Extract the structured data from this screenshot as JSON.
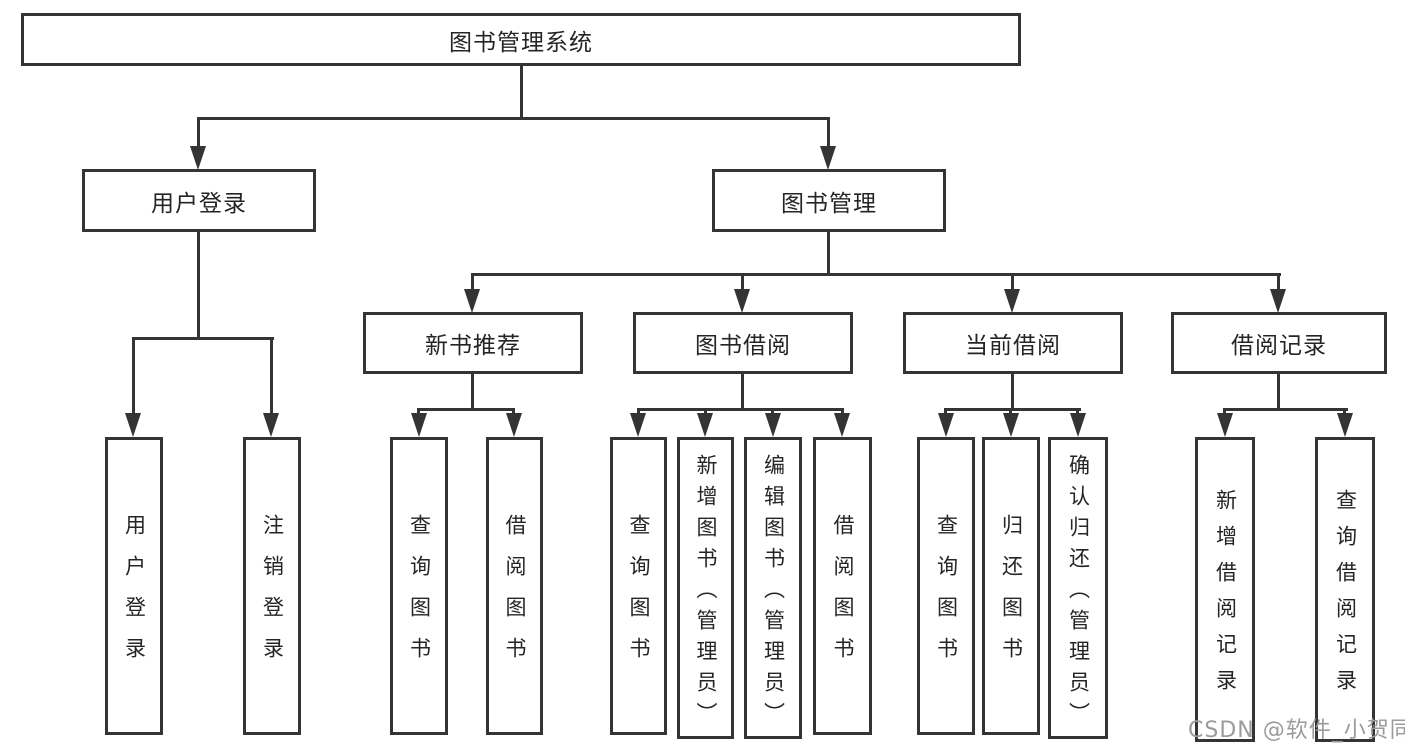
{
  "title": {
    "label": "图书管理系统"
  },
  "level2": {
    "user_login": "用户登录",
    "book_management": "图书管理"
  },
  "level3": {
    "new_book_recommend": "新书推荐",
    "book_borrow": "图书借阅",
    "current_borrow": "当前借阅",
    "borrow_record": "借阅记录"
  },
  "leaves": {
    "user_login": [
      "用户登录",
      "注销登录"
    ],
    "new_book_recommend": [
      "查询图书",
      "借阅图书"
    ],
    "book_borrow": [
      "查询图书",
      "新增图书（管理员）",
      "编辑图书（管理员）",
      "借阅图书"
    ],
    "current_borrow": [
      "查询图书",
      "归还图书",
      "确认归还（管理员）"
    ],
    "borrow_record": [
      "新增借阅记录",
      "查询借阅记录"
    ]
  },
  "watermark": {
    "label": "CSDN @软件_小贺同学"
  },
  "colors": {
    "line": "#343434",
    "text": "#252525",
    "watermark": "#9b9b9b",
    "background": "#ffffff"
  }
}
